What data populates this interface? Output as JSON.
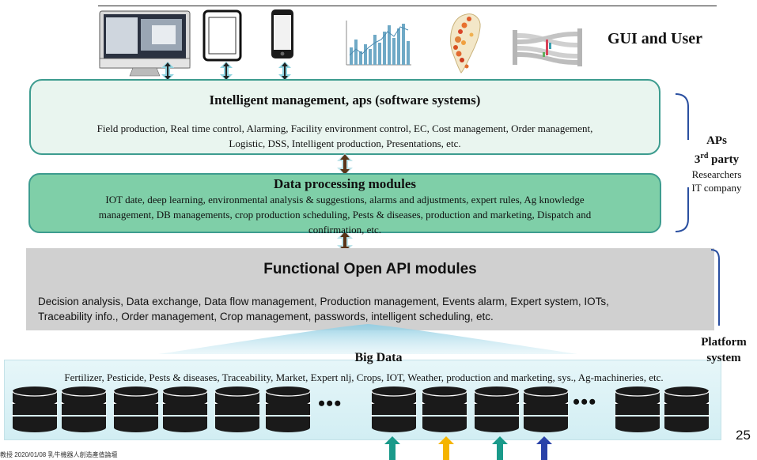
{
  "header": {
    "gui_label": "GUI and User"
  },
  "intelligent": {
    "title": "Intelligent  management, aps (software systems)",
    "line1": "Field production, Real time control, Alarming, Facility environment control, EC, Cost management, Order management,",
    "line2": "Logistic, DSS, Intelligent production,  Presentations, etc."
  },
  "processing": {
    "title": "Data processing modules",
    "line1": "IOT date, deep learning, environmental analysis & suggestions, alarms and adjustments, expert rules, Ag knowledge",
    "line2": "management, DB managements, crop production scheduling, Pests & diseases, production and marketing, Dispatch and",
    "line3": "confirmation, etc."
  },
  "api": {
    "title": "Functional Open API modules",
    "line1": "Decision analysis, Data exchange, Data flow management, Production management, Events alarm, Expert system, IOTs,",
    "line2": "Traceability info., Order management, Crop management, passwords, intelligent scheduling, etc."
  },
  "bigdata": {
    "title": "Big Data",
    "items": "Fertilizer, Pesticide, Pests & diseases, Traceability, Market, Expert nlj, Crops, IOT, Weather, production and marketing, sys., Ag-machineries, etc.",
    "ellipsis": "•••"
  },
  "side": {
    "aps_title": "APs",
    "aps_party_num": "3",
    "aps_party_sup": "rd",
    "aps_party_word": " party",
    "researchers": "Researchers",
    "it_company": "IT company",
    "platform_line1": "Platform",
    "platform_line2": "system"
  },
  "page_number": "25",
  "footer": "教授 2020/01/08 乳牛機器人創造產值論壇",
  "colors": {
    "intel_fill": "#e9f5ef",
    "proc_fill": "#7fcfa8",
    "border_teal": "#3d9c8f",
    "api_fill": "#d0d0d0",
    "bracket_blue": "#2a4fa0",
    "arrow_brown": "#5a3418",
    "arrow_teal": "#1a9a8a",
    "arrow_yellow": "#f5b400",
    "arrow_blue": "#2a42a8"
  }
}
